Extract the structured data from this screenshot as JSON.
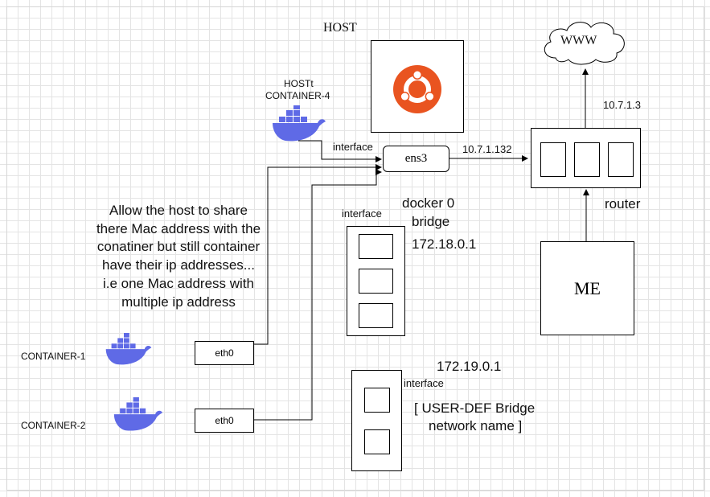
{
  "host": {
    "title": "HOST",
    "os_logo": "ubuntu-logo",
    "logo_color": "#E95420"
  },
  "cloud": {
    "label": "WWW"
  },
  "router": {
    "label": "router",
    "ip_upstream": "10.7.1.3"
  },
  "ens3": {
    "label": "ens3",
    "ip": "10.7.1.132"
  },
  "me": {
    "label": "ME"
  },
  "docker0": {
    "title_line1": "docker 0",
    "title_line2": "bridge",
    "ip": "172.18.0.1",
    "interface_label": "interface"
  },
  "userdef": {
    "ip": "172.19.0.1",
    "interface_label": "interface",
    "name_line1": "[ USER-DEF Bridge",
    "name_line2": "network name ]"
  },
  "host_container": {
    "label_line1": "HOSTt",
    "label_line2": "CONTAINER-4",
    "interface_label": "interface"
  },
  "containers": [
    {
      "label": "CONTAINER-1",
      "iface": "eth0"
    },
    {
      "label": "CONTAINER-2",
      "iface": "eth0"
    }
  ],
  "note": {
    "lines": [
      "Allow the host to share",
      "there Mac address with the",
      "conatiner but still container",
      "have their ip addresses...",
      "i.e one Mac address with",
      "multiple ip address"
    ]
  },
  "colors": {
    "docker": "#5F6AE6",
    "ubuntu": "#E95420",
    "line": "#000000"
  }
}
